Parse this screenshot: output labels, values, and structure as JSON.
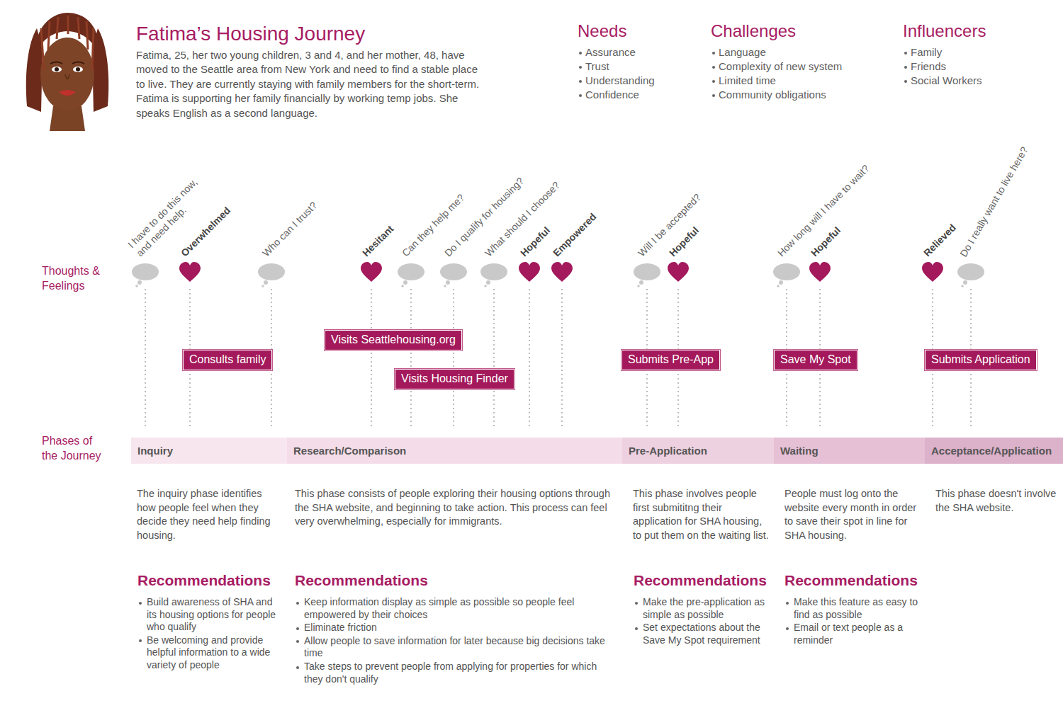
{
  "diagram": {
    "title": "Fatima’s Housing Journey",
    "nodes": [
      {
        "text": [
          "Consults family"
        ]
      },
      {
        "text": [
          "Visits Seattlehousing.org"
        ]
      },
      {
        "text": [
          "Visits Housing Finder"
        ]
      },
      {
        "text": [
          "Submits Pre-App"
        ]
      },
      {
        "text": [
          "Save My Spot"
        ]
      },
      {
        "text": [
          "Submits Application"
        ]
      },
      {
        "text": [
          "Inquiry"
        ]
      },
      {
        "text": [
          "Research/Comparison"
        ]
      },
      {
        "text": [
          "Pre-Application"
        ]
      },
      {
        "text": [
          "Waiting"
        ]
      },
      {
        "text": [
          "Acceptance/Application"
        ]
      }
    ],
    "edges": [],
    "labels": [
      "Fatima, 25, her two young children, 3 and 4, and her mother, 48, have moved to the Seattle area from New York and need to find a stable place to live. They are currently staying with family members for the short-term. Fatima is supporting her family financially by working temp jobs. She speaks English as a second language.",
      "Needs",
      "Assurance",
      "Trust",
      "Understanding",
      "Confidence",
      "Challenges",
      "Language",
      "Complexity of new system",
      "Limited time",
      "Community obligations",
      "Influencers",
      "Family",
      "Friends",
      "Social Workers",
      "Thoughts & Feelings",
      "I have to do this now, and need help.",
      "Overwhelmed",
      "Who can I trust?",
      "Hesitant",
      "Can they help me?",
      "Do I qualify for housing?",
      "What should I choose?",
      "Hopeful",
      "Empowered",
      "Will I be accepted?",
      "Hopeful",
      "How long will I have to wait?",
      "Hopeful",
      "Relieved",
      "Do I really want to live here?",
      "Phases of the Journey",
      "The inquiry phase identifies how people feel when they decide they need help finding housing.",
      "This phase consists of people exploring their housing options through the SHA website, and beginning to take action. This process can feel very overwhelming, especially for immigrants.",
      "This phase involves people first submititng their application for SHA housing, to put them on the waiting list.",
      "People must log onto the website every month in order to save their spot in line for SHA housing.",
      "This phase doesn't involve the SHA website.",
      "Recommendations",
      "Recommendations",
      "Recommendations",
      "Recommendations",
      "Build awareness of SHA and its housing options for people who qualify",
      "Be welcoming and provide helpful information to a wide variety of people",
      "Keep information display as simple as possible so people feel empowered by their choices",
      "Eliminate friction",
      "Allow people to save information for later because big decisions take time",
      "Take steps to prevent people from applying for properties for which they don't qualify",
      "Make the pre-application as simple as possible",
      "Set expectations about the Save My Spot requirement",
      "Make this feature as easy to find as possible",
      "Email or text people as a reminder"
    ]
  }
}
